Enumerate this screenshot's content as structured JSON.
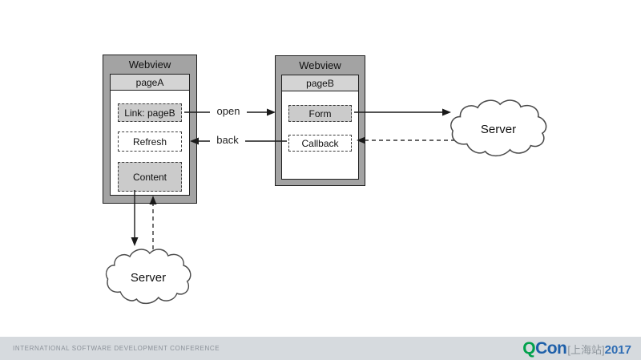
{
  "diagram": {
    "webview_a": {
      "title": "Webview",
      "page": "pageA",
      "boxes": {
        "link": "Link: pageB",
        "refresh": "Refresh",
        "content": "Content"
      }
    },
    "webview_b": {
      "title": "Webview",
      "page": "pageB",
      "boxes": {
        "form": "Form",
        "callback": "Callback"
      }
    },
    "servers": {
      "right": "Server",
      "bottom": "Server"
    },
    "edges": [
      {
        "from": "pageA.link",
        "to": "webview-b",
        "style": "solid",
        "label": "open"
      },
      {
        "from": "pageB.callback",
        "to": "webview-a",
        "style": "solid",
        "label": "back"
      },
      {
        "from": "pageB.form",
        "to": "server-right",
        "style": "solid"
      },
      {
        "from": "server-right",
        "to": "pageB.callback",
        "style": "dashed"
      },
      {
        "from": "pageA.content",
        "to": "server-bottom",
        "style": "solid"
      },
      {
        "from": "server-bottom",
        "to": "pageA.content",
        "style": "dashed"
      }
    ]
  },
  "footer": {
    "conference": "INTERNATIONAL SOFTWARE DEVELOPMENT CONFERENCE",
    "logo": {
      "q": "Q",
      "con": "Con",
      "bracket": "[上海站]",
      "year": "2017"
    },
    "colors": {
      "q_green": "#00a14b",
      "con_blue": "#1d5fa9",
      "year_blue": "#2f6db4",
      "bracket_gray": "#8e959c",
      "footer_bg": "#d6dade"
    }
  }
}
